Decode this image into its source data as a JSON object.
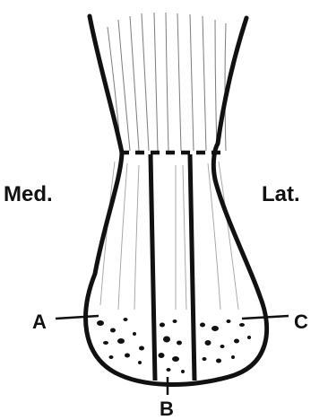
{
  "labels": {
    "medial": "Med.",
    "lateral": "Lat.",
    "marker_a": "A",
    "marker_b": "B",
    "marker_c": "C"
  },
  "colors": {
    "ink": "#111111",
    "paper": "#ffffff"
  }
}
